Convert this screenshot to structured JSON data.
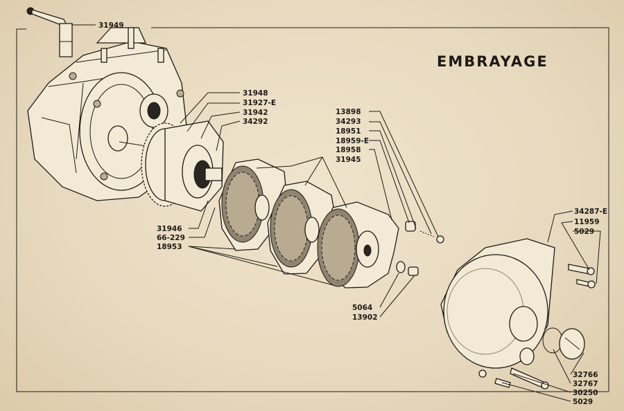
{
  "title": "EMBRAYAGE",
  "labels": {
    "p31949": "31949",
    "p31948": "31948",
    "p31927E": "31927-E",
    "p31942": "31942",
    "p34292": "34292",
    "p13898": "13898",
    "p34293": "34293",
    "p18951": "18951",
    "p18959E": "18959-E",
    "p18958": "18958",
    "p31945": "31945",
    "p31946": "31946",
    "p66229": "66-229",
    "p18953": "18953",
    "p5064": "5064",
    "p13902": "13902",
    "p34287E": "34287-E",
    "p11959": "11959",
    "p5029a": "5029",
    "p32766": "32766",
    "p32767": "32767",
    "p30250": "30250",
    "p5029b": "5029"
  }
}
